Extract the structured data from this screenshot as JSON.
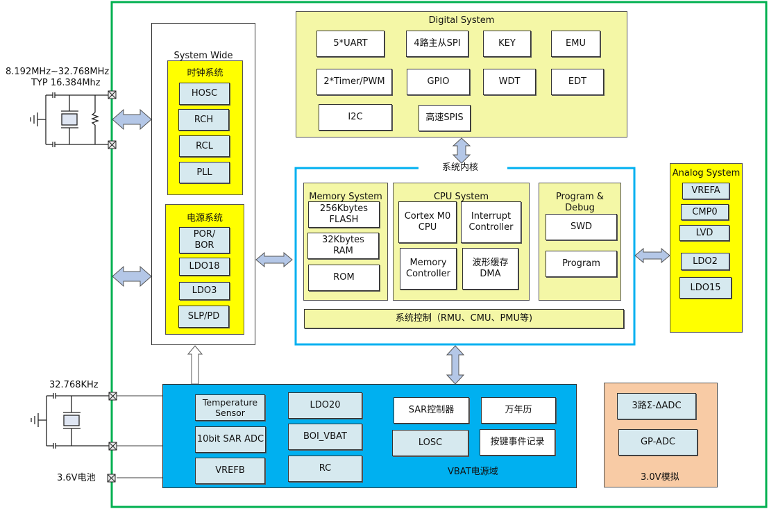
{
  "external": {
    "hosc_freq_range": "8.192MHz~32.768MHz",
    "hosc_freq_typ": "TYP 16.384Mhz",
    "losc_freq": "32.768KHz",
    "battery_label": "3.6V电池"
  },
  "system_wide": {
    "title": "System Wide",
    "clock": {
      "title": "时钟系统",
      "items": [
        "HOSC",
        "RCH",
        "RCL",
        "PLL"
      ]
    },
    "power": {
      "title": "电源系统",
      "items": [
        "POR/\nBOR",
        "LDO18",
        "LDO3",
        "SLP/PD"
      ]
    }
  },
  "digital": {
    "title": "Digital System",
    "items": [
      "5*UART",
      "4路主从SPI",
      "KEY",
      "EMU",
      "2*Timer/PWM",
      "GPIO",
      "WDT",
      "EDT",
      "I2C",
      "高速SPIS"
    ]
  },
  "core": {
    "title": "系统内核",
    "memory": {
      "title": "Memory System",
      "items": [
        "256Kbytes\nFLASH",
        "32Kbytes\nRAM",
        "ROM"
      ]
    },
    "cpu": {
      "title": "CPU System",
      "items": [
        "Cortex M0\nCPU",
        "Interrupt\nController",
        "Memory\nController",
        "波形缓存\nDMA"
      ]
    },
    "debug": {
      "title": "Program &\nDebug",
      "items": [
        "SWD",
        "Program"
      ]
    },
    "sysctrl": "系统控制（RMU、CMU、PMU等)"
  },
  "analog": {
    "title": "Analog System",
    "items": [
      "VREFA",
      "CMP0",
      "LVD",
      "LDO2",
      "LDO15"
    ]
  },
  "vbat": {
    "title": "VBAT电源域",
    "left_items": [
      "Temperature\nSensor",
      "10bit  SAR ADC",
      "VREFB"
    ],
    "mid_items": [
      "LDO20",
      "BOI_VBAT",
      "RC"
    ],
    "right_items": [
      "SAR控制器",
      "万年历",
      "LOSC",
      "按键事件记录"
    ]
  },
  "analog3v": {
    "title": "3.0V模拟",
    "items": [
      "3路Σ-ΔADC",
      "GP-ADC"
    ]
  },
  "colors": {
    "chip_border": "#00b050",
    "core_border": "#00b0f0",
    "vbat_fill": "#00b0f0",
    "soft_yellow": "#f4f7a6",
    "bright_yellow": "#ffff00",
    "light_blue": "#d6e9ef",
    "peach": "#f8cba5",
    "arrow_fill": "#b4c7e7"
  }
}
